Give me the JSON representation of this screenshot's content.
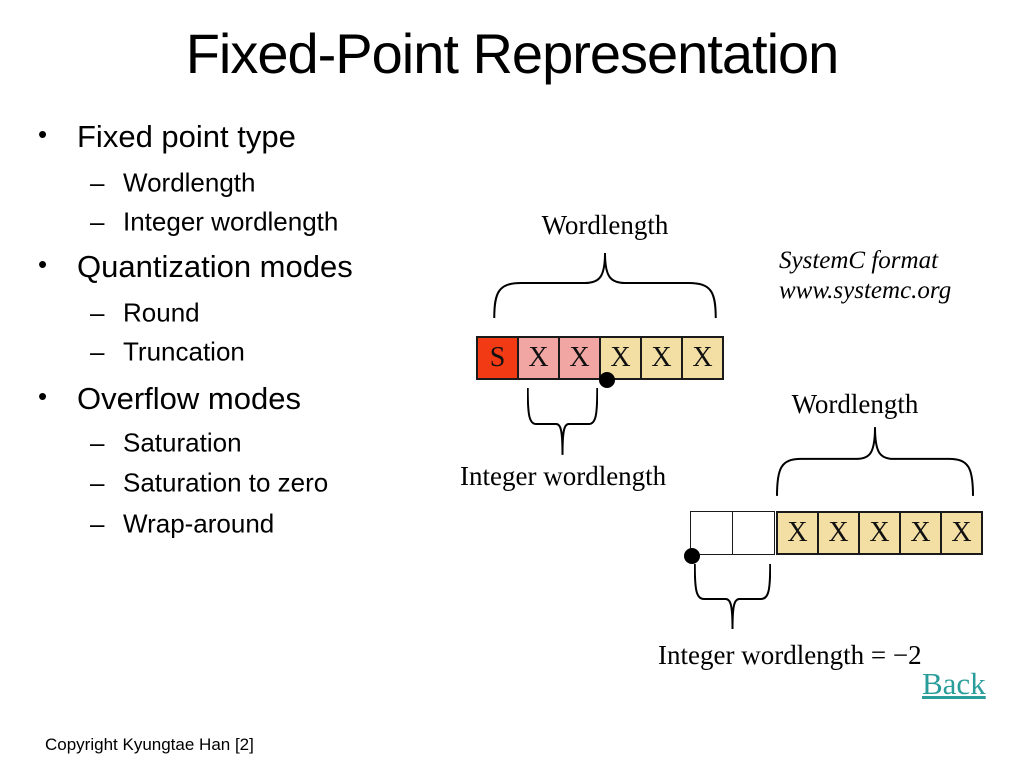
{
  "slide": {
    "title": "Fixed-Point Representation",
    "footer": "Copyright Kyungtae Han [2]",
    "back_link_label": "Back"
  },
  "markers": {
    "bullet": "•",
    "dash": "–"
  },
  "bullets": [
    {
      "level": 1,
      "text": "Fixed point type"
    },
    {
      "level": 2,
      "text": "Wordlength"
    },
    {
      "level": 2,
      "text": "Integer wordlength"
    },
    {
      "level": 1,
      "text": "Quantization modes"
    },
    {
      "level": 2,
      "text": "Round"
    },
    {
      "level": 2,
      "text": "Truncation"
    },
    {
      "level": 1,
      "text": "Overflow modes"
    },
    {
      "level": 2,
      "text": "Saturation"
    },
    {
      "level": 2,
      "text": "Saturation to zero"
    },
    {
      "level": 2,
      "text": "Wrap-around"
    }
  ],
  "note": {
    "line1": "SystemC format",
    "line2": "www.systemc.org"
  },
  "colors": {
    "sign": "#f23b14",
    "integer_bits": "#f2a6a4",
    "fraction_bits": "#f3dfa4",
    "empty": "#ffffff",
    "link": "#2a9d9b"
  },
  "diagram1": {
    "wordlength_label": "Wordlength",
    "integer_label": "Integer wordlength",
    "cells": [
      {
        "label": "S",
        "fill": "sign"
      },
      {
        "label": "X",
        "fill": "integer_bits"
      },
      {
        "label": "X",
        "fill": "integer_bits"
      },
      {
        "label": "X",
        "fill": "fraction_bits"
      },
      {
        "label": "X",
        "fill": "fraction_bits"
      },
      {
        "label": "X",
        "fill": "fraction_bits"
      }
    ]
  },
  "diagram2": {
    "wordlength_label": "Wordlength",
    "integer_label": "Integer wordlength = −2",
    "empty_cells": 2,
    "cells": [
      {
        "label": "X",
        "fill": "fraction_bits"
      },
      {
        "label": "X",
        "fill": "fraction_bits"
      },
      {
        "label": "X",
        "fill": "fraction_bits"
      },
      {
        "label": "X",
        "fill": "fraction_bits"
      },
      {
        "label": "X",
        "fill": "fraction_bits"
      }
    ]
  }
}
